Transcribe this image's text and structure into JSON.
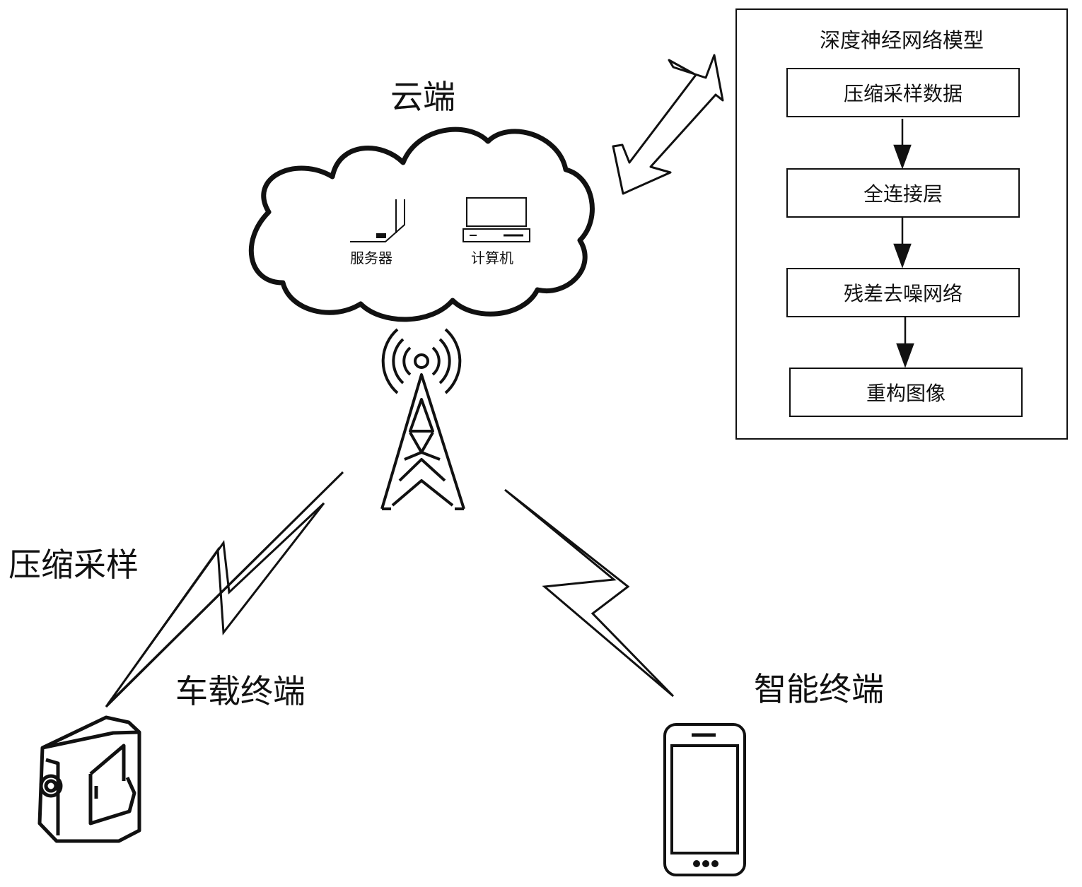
{
  "cloud": {
    "label": "云端",
    "server_label": "服务器",
    "computer_label": "计算机"
  },
  "labels": {
    "compress": "压缩采样",
    "vehicle": "车载终端",
    "smart": "智能终端"
  },
  "model": {
    "title": "深度神经网络模型",
    "steps": [
      "压缩采样数据",
      "全连接层",
      "残差去噪网络",
      "重构图像"
    ]
  }
}
